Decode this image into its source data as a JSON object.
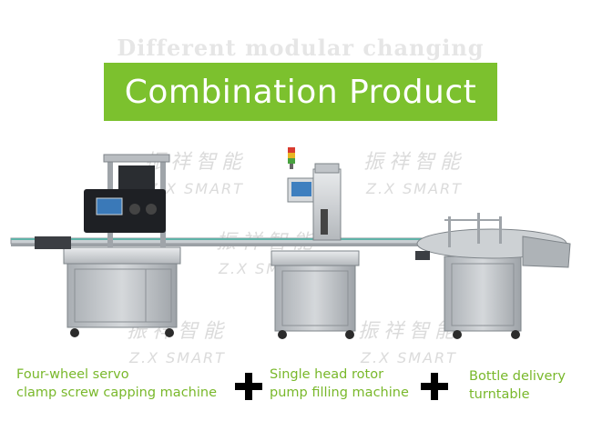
{
  "banner": {
    "title": "Combination Product"
  },
  "ghost_title": "Different modular changing",
  "watermark": {
    "cn": "振祥智能",
    "en": "Z.X SMART"
  },
  "machines": [
    {
      "line1": "Four-wheel servo",
      "line2": "clamp screw capping machine"
    },
    {
      "line1": "Single head rotor",
      "line2": "pump filling machine"
    },
    {
      "line1": "Bottle delivery",
      "line2": "turntable"
    }
  ],
  "colors": {
    "accent": "#7cc12e",
    "caption": "#79b82b",
    "plus": "#000000"
  }
}
